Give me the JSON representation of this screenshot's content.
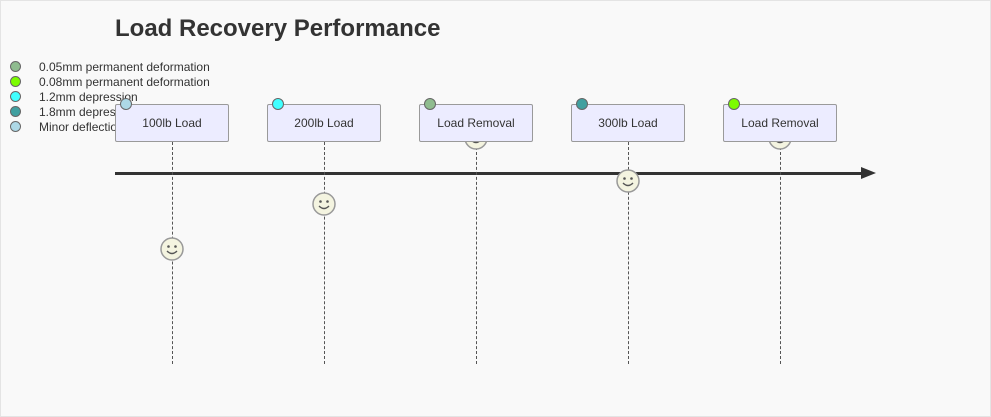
{
  "title": "Load Recovery Performance",
  "legend": [
    {
      "label": "0.05mm permanent deformation",
      "color": "#8fbc8f"
    },
    {
      "label": "0.08mm permanent deformation",
      "color": "#7cfc00"
    },
    {
      "label": "1.2mm depression",
      "color": "#40ffff"
    },
    {
      "label": "1.8mm depression",
      "color": "#40a0a0"
    },
    {
      "label": "Minor deflection",
      "color": "#add8e6"
    }
  ],
  "events": [
    {
      "label": "100lb Load",
      "color": "#add8e6",
      "icon": "smiley-face-icon"
    },
    {
      "label": "200lb Load",
      "color": "#40ffff",
      "icon": "smiley-face-icon"
    },
    {
      "label": "Load Removal",
      "color": "#8fbc8f",
      "icon": "smiley-face-icon"
    },
    {
      "label": "300lb Load",
      "color": "#40a0a0",
      "icon": "smiley-face-icon"
    },
    {
      "label": "Load Removal",
      "color": "#7cfc00",
      "icon": "smiley-face-icon"
    }
  ]
}
